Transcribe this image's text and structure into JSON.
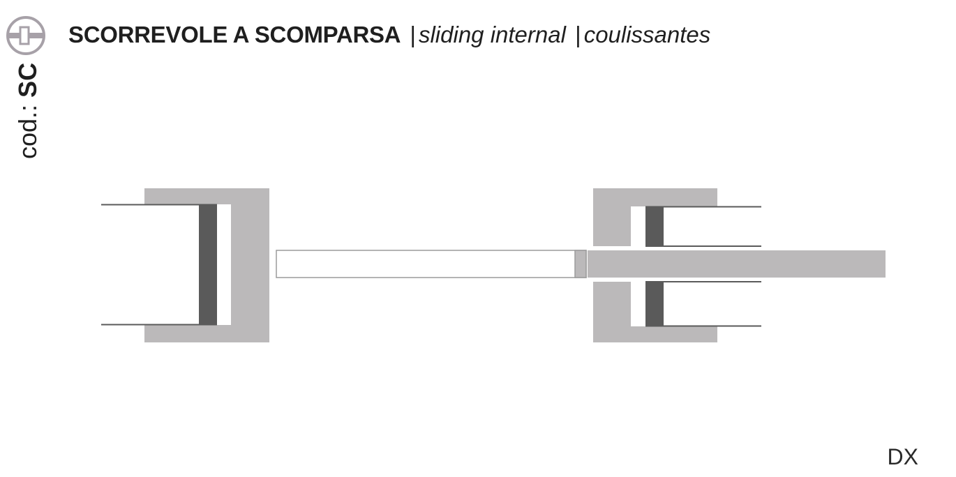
{
  "header": {
    "title_main": "SCORREVOLE A SCOMPARSA",
    "separator": "|",
    "title_en": "sliding internal",
    "title_fr": "coulissantes"
  },
  "code": {
    "label": "cod.:",
    "value": "SC"
  },
  "side_label": "DX",
  "icons": {
    "logo": "sliding-door-symbol-icon"
  },
  "colors": {
    "wall": "#bbb9ba",
    "jamb": "#5a5a5a",
    "line": "#5a5a5a",
    "logo": "#a7a1a8",
    "text": "#1f1f1f"
  }
}
